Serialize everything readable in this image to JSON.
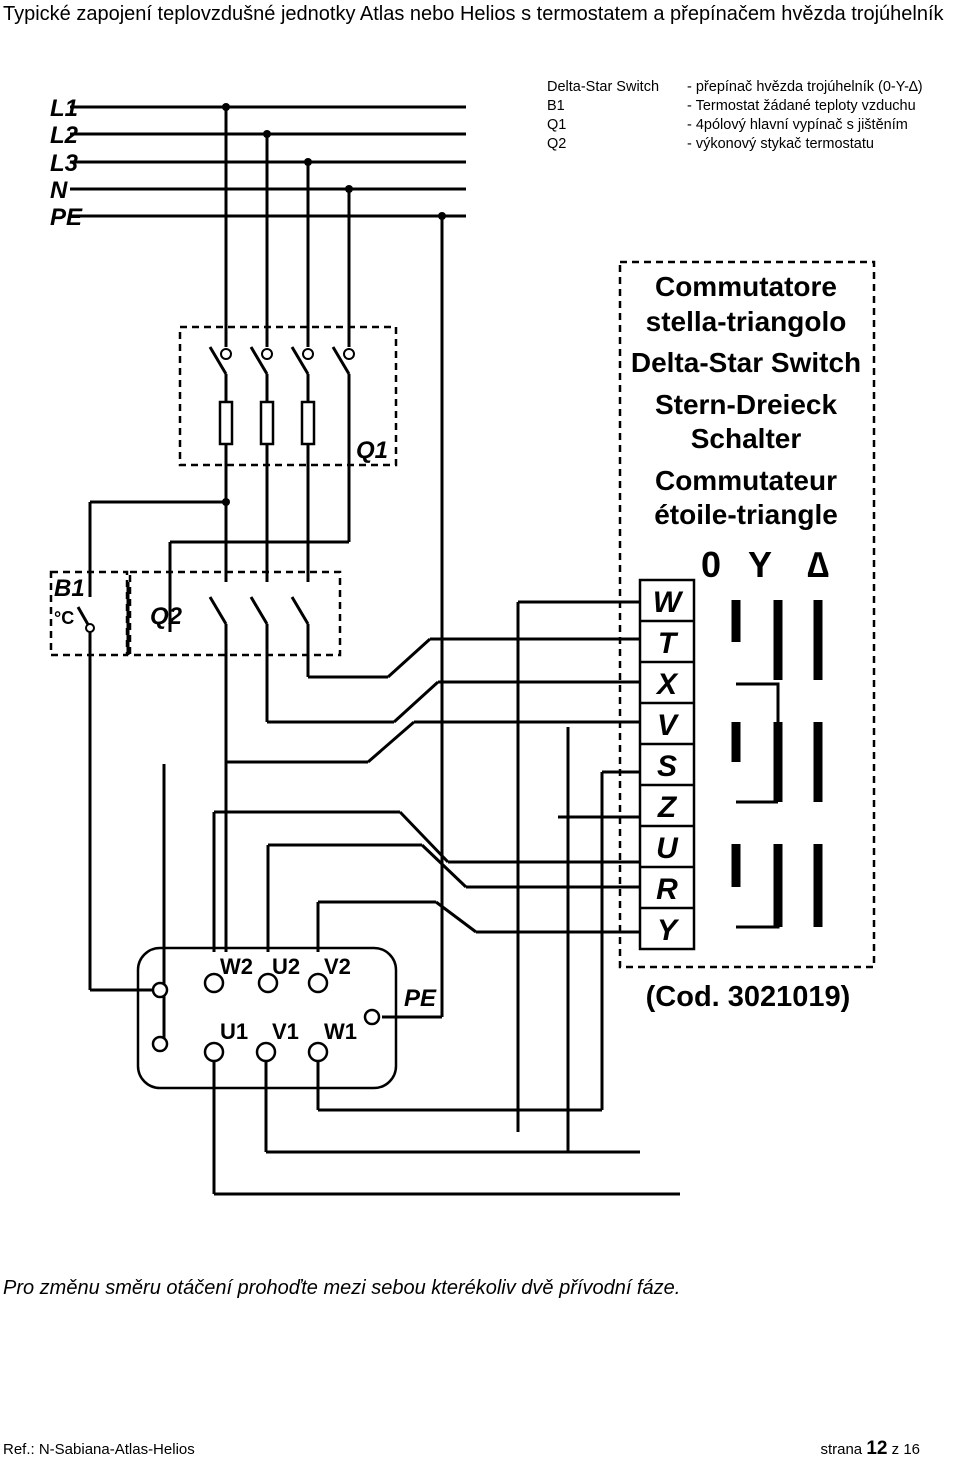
{
  "title": "Typické zapojení teplovzdušné jednotky Atlas nebo Helios s termostatem a přepínačem hvězda trojúhelník",
  "legend": [
    {
      "key": "Delta-Star Switch",
      "value": "- přepínač hvězda trojúhelník (0-Y-∆)"
    },
    {
      "key": "B1",
      "value": "- Termostat žádané teploty vzduchu"
    },
    {
      "key": "Q1",
      "value": "- 4pólový hlavní vypínač s jištěním"
    },
    {
      "key": "Q2",
      "value": "- výkonový stykač termostatu"
    }
  ],
  "diagram": {
    "lines": [
      "L1",
      "L2",
      "L3",
      "N",
      "PE"
    ],
    "q1_label": "Q1",
    "q2_label": "Q2",
    "b1_label": "B1",
    "b1_symbol": "°C",
    "switch_names": [
      "Commutatore",
      "stella-triangolo",
      "Delta-Star Switch",
      "Stern-Dreieck",
      "Schalter",
      "Commutateur",
      "étoile-triangle"
    ],
    "positions": [
      "0",
      "Y",
      "∆"
    ],
    "switch_terminals": [
      "W",
      "T",
      "X",
      "V",
      "S",
      "Z",
      "U",
      "R",
      "Y"
    ],
    "code": "(Cod. 3021019)",
    "motor_top_terminals": [
      "W2",
      "U2",
      "V2"
    ],
    "motor_bottom_terminals": [
      "U1",
      "V1",
      "W1"
    ],
    "motor_pe": "PE"
  },
  "note": "Pro změnu směru otáčení prohoďte mezi sebou kterékoliv dvě přívodní fáze.",
  "footer": {
    "ref": "Ref.: N-Sabiana-Atlas-Helios",
    "page_prefix": "strana",
    "page": "12",
    "page_sep": "z",
    "page_total": "16"
  }
}
